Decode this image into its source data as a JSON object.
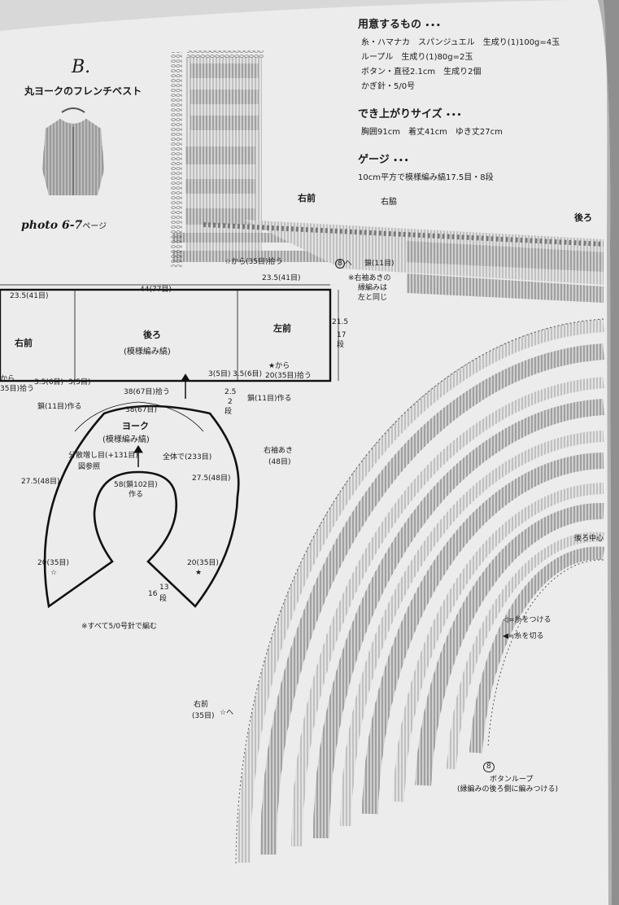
{
  "header": {
    "letter": "B.",
    "title": "丸ヨークのフレンチベスト",
    "photo_ref_italic": "photo 6-7",
    "photo_ref_suffix": "ページ"
  },
  "materials": {
    "heading": "用意するもの",
    "dots": "•••",
    "line1": "糸・ハマナカ　スパンジュエル　生成り(1)100g=4玉",
    "line2": "ループル　生成り(1)80g=2玉",
    "line3": "ボタン・直径2.1cm　生成り2個",
    "line4": "かぎ針・5/0号"
  },
  "size": {
    "heading": "でき上がりサイズ",
    "dots": "•••",
    "text": "胸囲91cm　着丈41cm　ゆき丈27cm"
  },
  "gauge": {
    "heading": "ゲージ",
    "dots": "•••",
    "text": "10cm平方で模様編み縞17.5目・8段"
  },
  "chart_labels": {
    "right_front": "右前",
    "side": "右脇",
    "back": "後ろ",
    "pickup_star": "☆から(35目)拾う",
    "chain_11_a": "鎖(11目)",
    "armhole_note_1": "※右袖あきの",
    "armhole_note_2": "縁編みは",
    "armhole_note_3": "左と同じ",
    "right_armhole_1": "右袖あき",
    "right_armhole_2": "(48目)",
    "back_center": "後ろ中心",
    "right_front_35_1": "右前",
    "right_front_35_2": "(35目)",
    "right_front_35_arrow": "☆へ",
    "circled_8": "8",
    "circled_8_suffix": "へ",
    "button_loop_1": "ボタンループ",
    "button_loop_2": "(縁編みの後ろ側に編みつける)",
    "circled_8_b": "8"
  },
  "legend": {
    "attach": "=糸をつける",
    "cut": "=糸を切る"
  },
  "schematic": {
    "w_side_left": "23.5(41目)",
    "w_back": "44(77目)",
    "w_side_right": "23.5(41目)",
    "right_front": "右前",
    "back": "後ろ",
    "back_pattern": "(模様編み縞)",
    "left_front": "左前",
    "h_num": "21.5",
    "h_rows": "17",
    "h_unit": "段",
    "from_left_1": "から",
    "from_left_2": "35目)拾う",
    "m_35_l": "3.5(6目)",
    "m_3_l": "3(5目)",
    "m_3_r": "3(5目)",
    "m_35_r": "3.5(6目)",
    "star_from": "★から",
    "pickup_20": "20(35目)拾う",
    "pickup_38": "38(67目)拾う",
    "d_25": "2.5",
    "d_2": "2",
    "d_rows": "段",
    "chain_11_left": "鎖(11目)作る",
    "chain_11_right": "鎖(11目)作る",
    "yoke_38": "38(67目)",
    "yoke": "ヨーク",
    "yoke_pattern": "(模様編み縞)",
    "increase_1": "分散増し目(+131目)",
    "increase_2": "図参照",
    "total": "全体で(233目)",
    "y_275_l": "27.5(48目)",
    "y_275_r": "27.5(48目)",
    "chain_58_1": "58(鎖102目)",
    "chain_58_2": "作る",
    "y_20_l": "20(35目)",
    "y_20_r": "20(35目)",
    "y_16": "16",
    "y_13": "13",
    "y_rows": "段",
    "note": "※すべて5/0号針で編む"
  }
}
